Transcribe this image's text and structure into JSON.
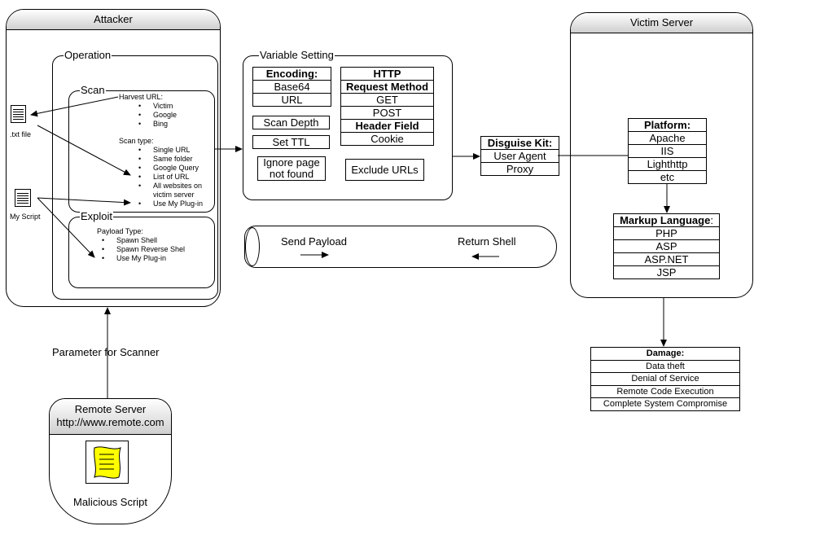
{
  "attacker": {
    "title": "Attacker",
    "operation_label": "Operation",
    "scan": {
      "label": "Scan",
      "harvest_title": "Harvest URL:",
      "harvest_items": [
        "Victim",
        "Google",
        "Bing"
      ],
      "scantype_title": "Scan type:",
      "scantype_items": [
        "Single URL",
        "Same folder",
        "Google Query",
        "List of URL",
        "All websites on victim server",
        "Use My Plug-in"
      ]
    },
    "exploit": {
      "label": "Exploit",
      "payload_title": "Payload Type:",
      "payload_items": [
        "Spawn Shell",
        "Spawn Reverse Shel",
        "Use My Plug-in"
      ]
    },
    "txt_file_label": ".txt file",
    "my_script_label": "My Script"
  },
  "variable_setting": {
    "label": "Variable Setting",
    "encoding": {
      "header": "Encoding:",
      "rows": [
        "Base64",
        "URL"
      ]
    },
    "http": {
      "header1": "HTTP",
      "header2": "Request Method",
      "methods": [
        "GET",
        "POST"
      ],
      "header_field": "Header Field",
      "fields": [
        "Cookie"
      ]
    },
    "scan_depth": "Scan Depth",
    "set_ttl": "Set TTL",
    "ignore_page": "Ignore page not found",
    "exclude_urls": "Exclude URLs"
  },
  "disguise_kit": {
    "header": "Disguise Kit:",
    "rows": [
      "User Agent",
      "Proxy"
    ]
  },
  "pipe": {
    "send": "Send Payload",
    "return": "Return Shell"
  },
  "victim": {
    "title": "Victim Server",
    "platform": {
      "header": "Platform:",
      "rows": [
        "Apache",
        "IIS",
        "Lighthttp",
        "etc"
      ]
    },
    "markup": {
      "header": "Markup Language",
      "suffix": ":",
      "rows": [
        "PHP",
        "ASP",
        "ASP.NET",
        "JSP"
      ]
    }
  },
  "damage": {
    "header": "Damage:",
    "rows": [
      "Data theft",
      "Denial of Service",
      "Remote Code Execution",
      "Complete System Compromise"
    ]
  },
  "parameter_label": "Parameter for Scanner",
  "remote": {
    "title": "Remote Server",
    "url": "http://www.remote.com",
    "script": "Malicious Script"
  },
  "colors": {
    "script_icon": "#ffff00",
    "header_gradient": "#cfcfcf"
  }
}
